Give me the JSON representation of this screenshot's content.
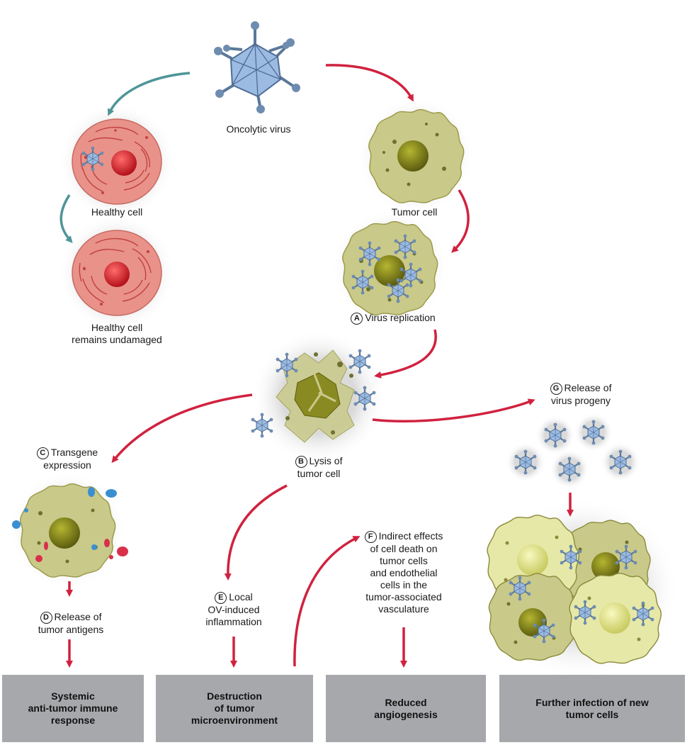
{
  "labels": {
    "oncolytic_virus": "Oncolytic virus",
    "healthy_cell": "Healthy cell",
    "healthy_undamaged_1": "Healthy cell",
    "healthy_undamaged_2": "remains undamaged",
    "tumor_cell": "Tumor cell",
    "virus_replication": {
      "badge": "A",
      "text": "Virus replication"
    },
    "lysis": {
      "badge": "B",
      "line1": "Lysis of",
      "line2": "tumor cell"
    },
    "transgene": {
      "badge": "C",
      "line1": "Transgene",
      "line2": "expression"
    },
    "release_antigens": {
      "badge": "D",
      "line1": "Release of",
      "line2": "tumor antigens"
    },
    "local_inflammation": {
      "badge": "E",
      "line1": "Local",
      "line2": "OV-induced",
      "line3": "inflammation"
    },
    "indirect_effects": {
      "badge": "F",
      "line1": "Indirect effects",
      "line2": "of cell death on",
      "line3": "tumor cells",
      "line4": "and endothelial",
      "line5": "cells in the",
      "line6": "tumor-associated",
      "line7": "vasculature"
    },
    "release_progeny": {
      "badge": "G",
      "line1": "Release of",
      "line2": "virus progeny"
    }
  },
  "outcomes": [
    {
      "line1": "Systemic",
      "line2": "anti-tumor immune",
      "line3": "response"
    },
    {
      "line1": "Destruction",
      "line2": "of tumor",
      "line3": "microenvironment"
    },
    {
      "line1": "Reduced",
      "line2": "angiogenesis"
    },
    {
      "line1": "Further infection of new",
      "line2": "tumor cells"
    }
  ],
  "colors": {
    "arrow_red": "#d0223f",
    "arrow_teal": "#4f9597",
    "healthy_cell": "#e8928a",
    "tumor_cell": "#c9c98a",
    "new_tumor_cell": "#e6e8a8",
    "virus": "#8fb1de",
    "outcome_box": "#a6a8ab"
  }
}
